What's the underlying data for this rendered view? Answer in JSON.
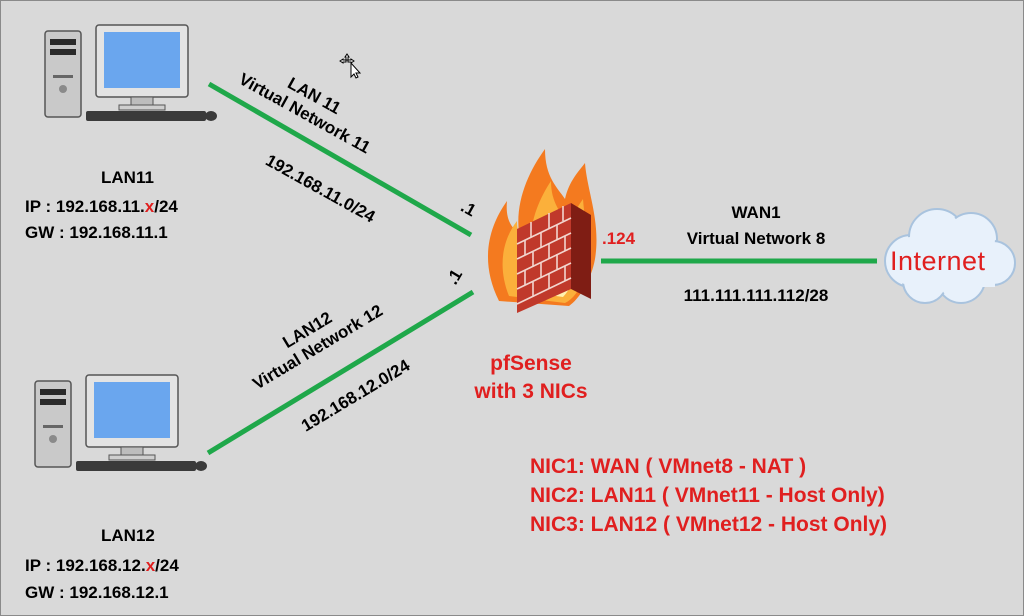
{
  "colors": {
    "link": "#1fa84a",
    "accent_red": "#e01f1f",
    "background": "#d9d9d9",
    "cloud": "#e8f1fb",
    "internet_text": "#e01f1f"
  },
  "icons": {
    "computer": "desktop-computer-icon",
    "firewall": "firewall-icon",
    "internet": "cloud-icon",
    "cursor": "move-cursor-icon"
  },
  "lan11_host": {
    "name": "LAN11",
    "ip_label": "IP : ",
    "ip_prefix": "192.168.11.",
    "ip_var": "x",
    "ip_suffix": "/24",
    "gw": "GW : 192.168.11.1"
  },
  "lan12_host": {
    "name": "LAN12",
    "ip_label": "IP : ",
    "ip_prefix": "192.168.12.",
    "ip_var": "x",
    "ip_suffix": "/24",
    "gw": "GW : 192.168.12.1"
  },
  "link_lan11": {
    "name": "LAN 11",
    "network": "Virtual Network 11",
    "subnet": "192.168.11.0/24",
    "gateway_octet": ".1"
  },
  "link_lan12": {
    "name": "LAN12",
    "network": "Virtual Network 12",
    "subnet": "192.168.12.0/24",
    "gateway_octet": ".1"
  },
  "link_wan": {
    "name": "WAN1",
    "network": "Virtual Network 8",
    "subnet": "111.111.111.112/28",
    "gateway_octet": ".124"
  },
  "firewall": {
    "line1": "pfSense",
    "line2": "with 3 NICs"
  },
  "internet": {
    "label": "Internet"
  },
  "nics": [
    "NIC1: WAN ( VMnet8 - NAT )",
    "NIC2: LAN11 ( VMnet11 - Host Only)",
    "NIC3: LAN12 ( VMnet12 - Host Only)"
  ]
}
